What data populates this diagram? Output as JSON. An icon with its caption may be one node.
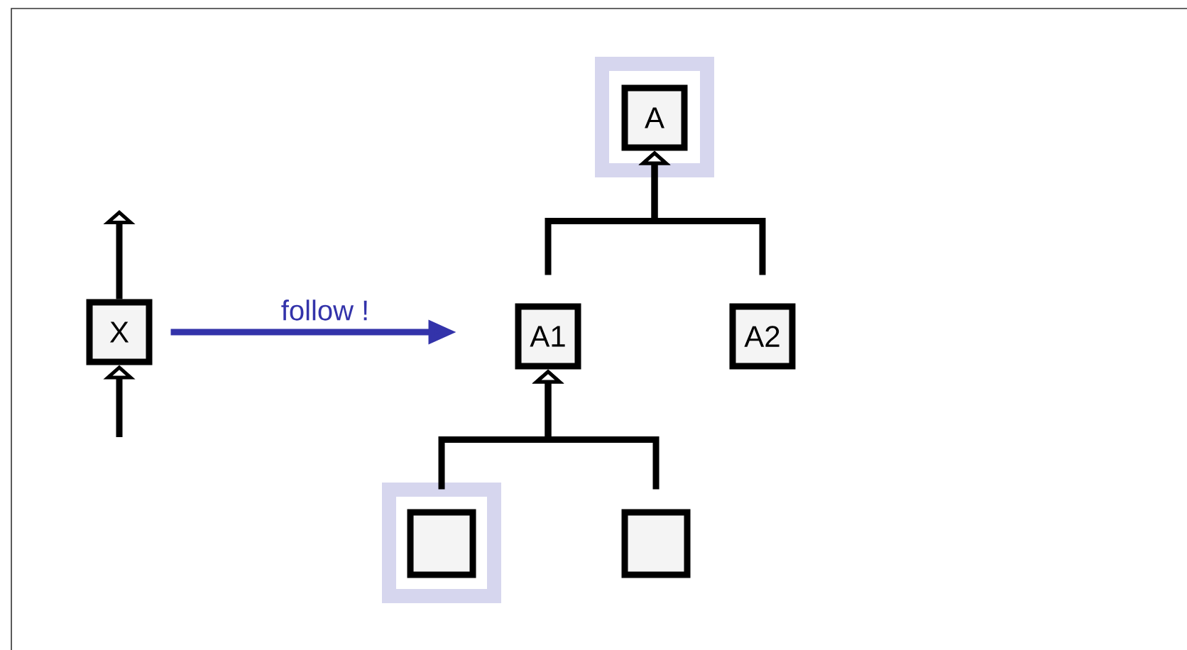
{
  "diagram": {
    "nodes": [
      {
        "text": [
          "A"
        ]
      },
      {
        "text": [
          "X"
        ]
      },
      {
        "text": [
          "A1"
        ]
      },
      {
        "text": [
          "A2"
        ]
      },
      {
        "text": [],
        "shape": "box"
      },
      {
        "text": [],
        "shape": "box"
      }
    ],
    "edges": [
      {
        "from": 2,
        "to": 0,
        "arrow": "to"
      },
      {
        "from": 3,
        "to": 0,
        "arrow": "to"
      },
      {
        "from": 4,
        "to": 2,
        "arrow": "to"
      },
      {
        "from": 5,
        "to": 2,
        "arrow": "to"
      },
      {
        "from": 1,
        "to": 2,
        "arrow": "to",
        "label": "follow !",
        "color": "#3333aa"
      },
      {
        "from": null,
        "to": 1,
        "arrow": "to"
      },
      {
        "from": 1,
        "to": null,
        "arrow": "to"
      }
    ]
  }
}
